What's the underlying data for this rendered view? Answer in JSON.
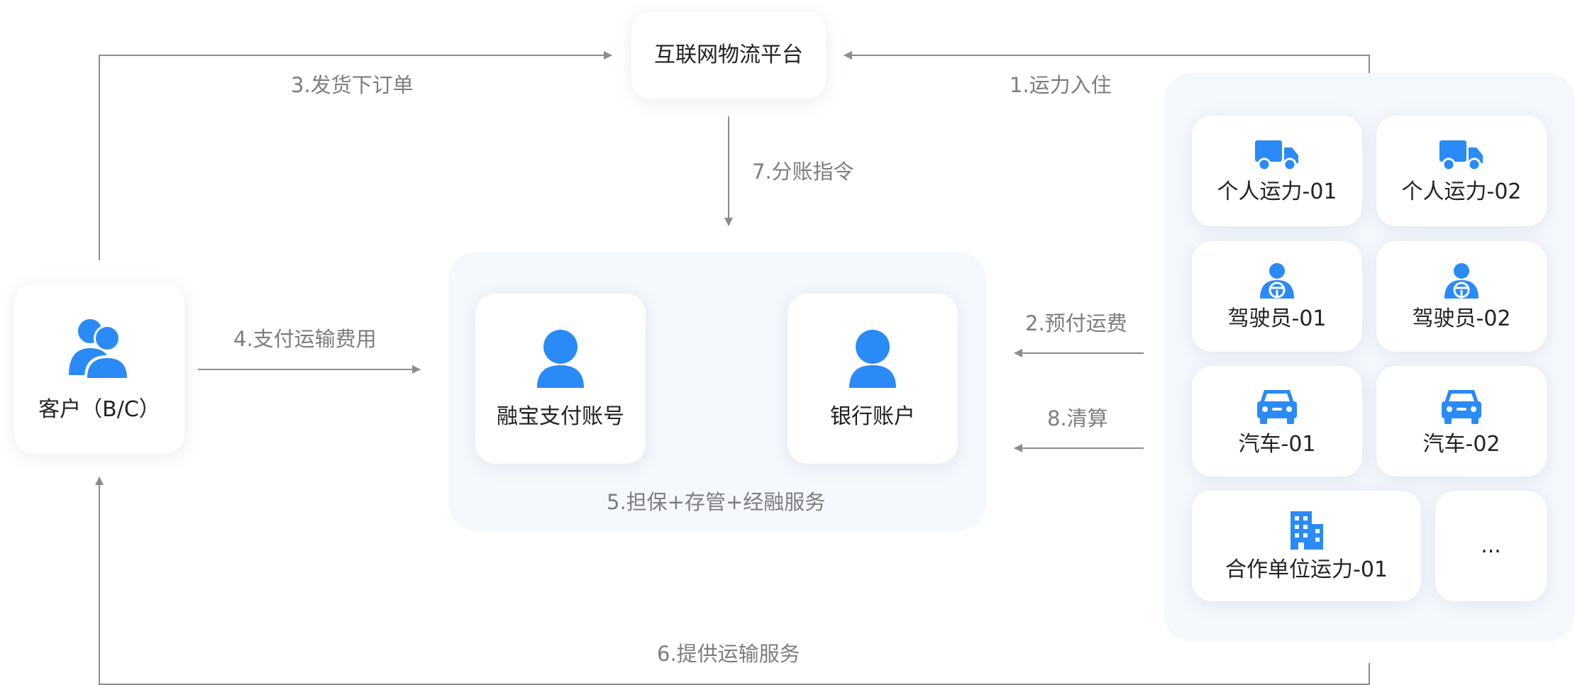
{
  "platform": {
    "label": "互联网物流平台"
  },
  "customer": {
    "label": "客户（B/C）"
  },
  "payment": {
    "rongbao_label": "融宝支付账号",
    "bank_label": "银行账户",
    "panel_caption": "5.担保+存管+经融服务"
  },
  "steps": {
    "s1": "1.运力入住",
    "s2": "2.预付运费",
    "s3": "3.发货下订单",
    "s4": "4.支付运输费用",
    "s6": "6.提供运输服务",
    "s7": "7.分账指令",
    "s8": "8.清算"
  },
  "carriers": [
    {
      "label": "个人运力-01",
      "icon": "truck-icon"
    },
    {
      "label": "个人运力-02",
      "icon": "truck-icon"
    },
    {
      "label": "驾驶员-01",
      "icon": "driver-icon"
    },
    {
      "label": "驾驶员-02",
      "icon": "driver-icon"
    },
    {
      "label": "汽车-01",
      "icon": "car-icon"
    },
    {
      "label": "汽车-02",
      "icon": "car-icon"
    },
    {
      "label": "合作单位运力-01",
      "icon": "building-icon"
    },
    {
      "label": "...",
      "icon": ""
    }
  ],
  "colors": {
    "accent": "#2a8af6",
    "arrow": "#8c8c8c",
    "label": "#7d7d7d",
    "panel": "#f5f8fd"
  }
}
